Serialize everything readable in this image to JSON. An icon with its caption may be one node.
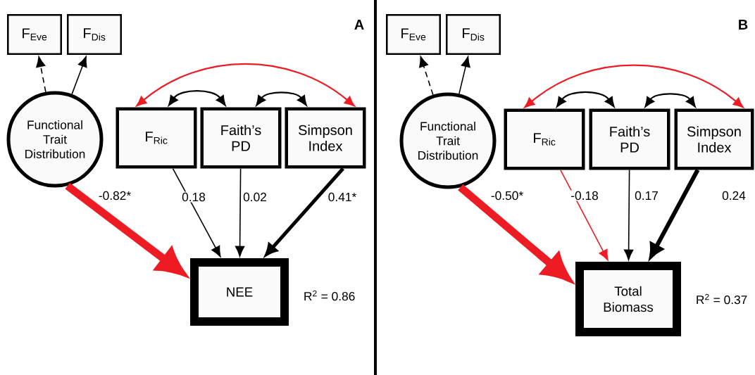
{
  "diagram": {
    "nodes": [
      {
        "text": [
          "F$_{Eve}$"
        ]
      },
      {
        "text": [
          "F$_{Dis}$"
        ]
      },
      {
        "text": [
          "Functional Trait Distribution"
        ]
      },
      {
        "text": [
          "F$_{Ric}$"
        ]
      },
      {
        "text": [
          "Faith’s PD"
        ]
      },
      {
        "text": [
          "Simpson Index"
        ]
      },
      {
        "text": [
          "NEE"
        ],
        "beside": [
          "R$^{2}$ = 0.86"
        ]
      },
      {
        "text": [
          "F$_{Eve}$"
        ]
      },
      {
        "text": [
          "F$_{Dis}$"
        ]
      },
      {
        "text": [
          "Functional Trait Distribution"
        ]
      },
      {
        "text": [
          "F$_{Ric}$"
        ]
      },
      {
        "text": [
          "Faith’s PD"
        ]
      },
      {
        "text": [
          "Simpson Index"
        ]
      },
      {
        "text": [
          "Total Biomass"
        ],
        "beside": [
          "R$^{2}$ = 0.37"
        ]
      }
    ],
    "edges": [
      {
        "from": 2,
        "to": 0,
        "arrow": "to",
        "style": "dashed"
      },
      {
        "from": 2,
        "to": 1,
        "arrow": "to"
      },
      {
        "from": 3,
        "to": 4,
        "arrow": "both"
      },
      {
        "from": 4,
        "to": 5,
        "arrow": "both"
      },
      {
        "from": 3,
        "to": 5,
        "arrow": "both",
        "color": "#ed1c24"
      },
      {
        "from": 2,
        "to": 6,
        "arrow": "to",
        "label": "-0.82*",
        "style": "thick",
        "color": "#ed1c24"
      },
      {
        "from": 3,
        "to": 6,
        "arrow": "to",
        "label": "0.18"
      },
      {
        "from": 4,
        "to": 6,
        "arrow": "to",
        "label": "0.02"
      },
      {
        "from": 5,
        "to": 6,
        "arrow": "to",
        "label": "0.41*",
        "style": "thick"
      },
      {
        "from": 9,
        "to": 7,
        "arrow": "to",
        "style": "dashed"
      },
      {
        "from": 9,
        "to": 8,
        "arrow": "to"
      },
      {
        "from": 10,
        "to": 11,
        "arrow": "both"
      },
      {
        "from": 11,
        "to": 12,
        "arrow": "both"
      },
      {
        "from": 10,
        "to": 12,
        "arrow": "both",
        "color": "#ed1c24"
      },
      {
        "from": 9,
        "to": 13,
        "arrow": "to",
        "label": "-0.50*",
        "style": "thick",
        "color": "#ed1c24"
      },
      {
        "from": 10,
        "to": 13,
        "arrow": "to",
        "label": "-0.18",
        "color": "#ed1c24"
      },
      {
        "from": 11,
        "to": 13,
        "arrow": "to",
        "label": "0.17"
      },
      {
        "from": 12,
        "to": 13,
        "arrow": "to",
        "label": "0.24",
        "style": "thick"
      }
    ],
    "labels": [
      "A",
      "B"
    ]
  }
}
